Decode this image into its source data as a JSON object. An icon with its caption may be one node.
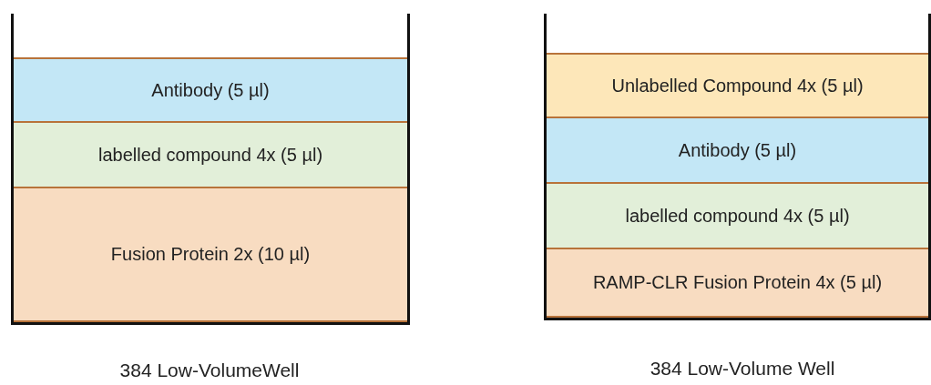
{
  "diagram": {
    "nodes": [
      {
        "text": [],
        "shape": "box",
        "beside": [
          "384 Low-VolumeWell"
        ]
      },
      {
        "text": [
          "Antibody (5 µl)"
        ],
        "in": 0
      },
      {
        "text": [
          "labelled compound 4x (5 µl)"
        ],
        "in": 0
      },
      {
        "text": [
          "Fusion Protein 2x (10 µl)"
        ],
        "in": 0
      },
      {
        "text": [],
        "shape": "box",
        "beside": [
          "384 Low-Volume Well"
        ]
      },
      {
        "text": [
          "Unlabelled Compound 4x (5 µl)"
        ],
        "in": 4
      },
      {
        "text": [
          "Antibody (5 µl)"
        ],
        "in": 4
      },
      {
        "text": [
          "labelled compound 4x (5 µl)"
        ],
        "in": 4
      },
      {
        "text": [
          "RAMP-CLR Fusion Protein 4x (5 µl)"
        ],
        "in": 4
      }
    ]
  }
}
